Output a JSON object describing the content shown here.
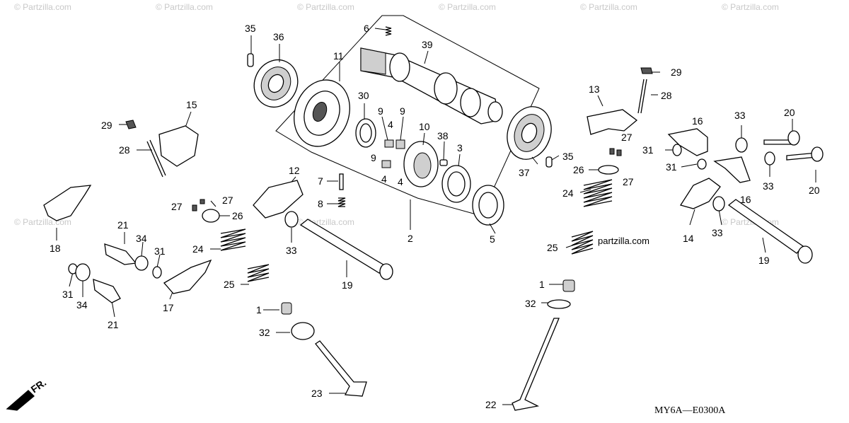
{
  "watermark": "© Partzilla.com",
  "inline_watermark": "partzilla.com",
  "diagram_code": "MY6A—E0300A",
  "front_label": "FR.",
  "callouts": {
    "c35a": "35",
    "c36": "36",
    "c6": "6",
    "c39": "39",
    "c11": "11",
    "c29a": "29",
    "c15": "15",
    "c28a": "28",
    "c30": "30",
    "c9a": "9",
    "c9b": "9",
    "c4a": "4",
    "c10": "10",
    "c38": "38",
    "c3": "3",
    "c9c": "9",
    "c4b": "4",
    "c4c": "4",
    "c37": "37",
    "c35b": "35",
    "c5": "5",
    "c2": "2",
    "c29b": "29",
    "c28b": "28",
    "c13": "13",
    "c27a": "27",
    "c27b": "27",
    "c26a": "26",
    "c24a": "24",
    "c25a": "25",
    "c16a": "16",
    "c33a": "33",
    "c20a": "20",
    "c31a": "31",
    "c31b": "31",
    "c16b": "16",
    "c33b": "33",
    "c20b": "20",
    "c14": "14",
    "c33c": "33",
    "c19a": "19",
    "c1a": "1",
    "c32a": "32",
    "c22": "22",
    "c12": "12",
    "c7": "7",
    "c8": "8",
    "c27c": "27",
    "c27d": "27",
    "c26b": "26",
    "c33d": "33",
    "c19b": "19",
    "c24b": "24",
    "c25b": "25",
    "c1b": "1",
    "c32b": "32",
    "c23": "23",
    "c18": "18",
    "c21a": "21",
    "c34a": "34",
    "c31c": "31",
    "c17": "17",
    "c31d": "31",
    "c34b": "34",
    "c21b": "21"
  }
}
